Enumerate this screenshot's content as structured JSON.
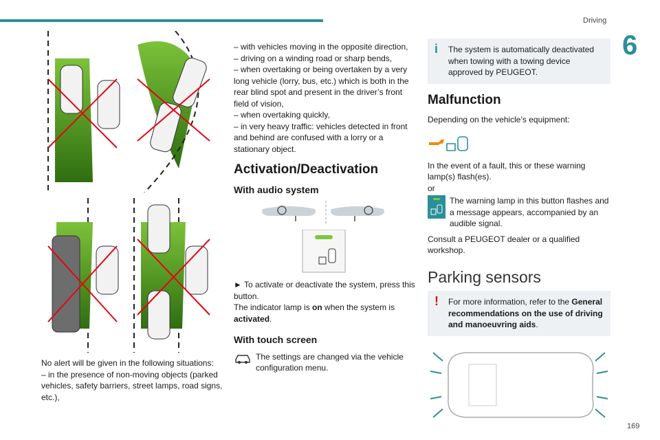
{
  "header": {
    "section_title": "Driving",
    "chapter_number": "6"
  },
  "footer": {
    "page_number": "169"
  },
  "col1": {
    "no_alert_intro": "No alert will be given in the following situations:",
    "no_alert_item1": "– in the presence of non-moving objects (parked vehicles, safety barriers, street lamps, road signs, etc.),"
  },
  "col2": {
    "items": [
      "– with vehicles moving in the opposite direction,",
      "– driving on a winding road or sharp bends,",
      "– when overtaking or being overtaken by a very long vehicle (lorry, bus, etc.) which is both in the rear blind spot and present in the driver’s front field of vision,",
      "– when overtaking quickly,",
      "– in very heavy traffic: vehicles detected in front and behind are confused with a lorry or a stationary object."
    ],
    "activation_heading": "Activation/Deactivation",
    "audio_heading": "With audio system",
    "press_instruction": "► To activate or deactivate the system, press this button.",
    "lamp_pre": "The indicator lamp is ",
    "lamp_on": "on",
    "lamp_mid": " when the system is ",
    "lamp_activated": "activated",
    "lamp_end": ".",
    "touch_heading": "With touch screen",
    "touch_text": "The settings are changed via the vehicle configuration menu."
  },
  "col3": {
    "tow_note": "The system is automatically deactivated when towing with a towing device approved by PEUGEOT.",
    "malfunction_heading": "Malfunction",
    "equipment_text": "Depending on the vehicle’s equipment:",
    "fault_text": "In the event of a fault, this or these warning lamp(s) flash(es).",
    "or_text": "or",
    "button_lamp_text": "The warning lamp in this button flashes and a message appears, accompanied by an audible signal.",
    "consult_text": "Consult a PEUGEOT dealer or a qualified workshop.",
    "parking_heading": "Parking sensors",
    "info_pre": "For more information, refer to the ",
    "info_bold": "General recommendations on the use of driving and manoeuvring aids",
    "info_end": "."
  },
  "colors": {
    "accent": "#2a8f9a",
    "warning": "#e30613",
    "green_zone": "#4f9a1c"
  }
}
